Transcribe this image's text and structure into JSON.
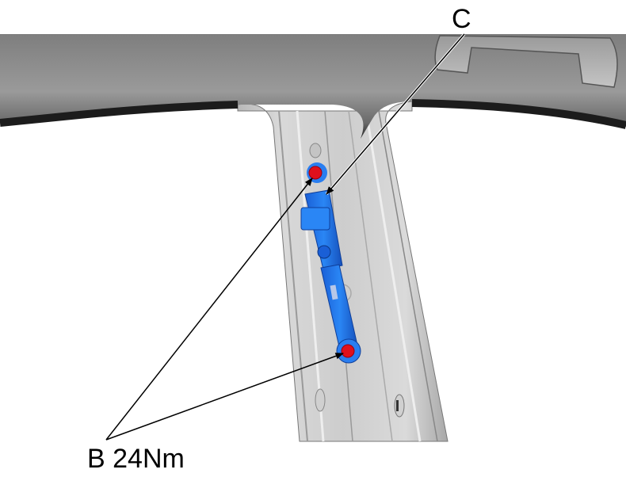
{
  "diagram": {
    "subject": "B-pillar seat belt height adjuster installation",
    "callouts": [
      {
        "id": "C",
        "label": "C",
        "target": "seat-belt-height-adjuster"
      },
      {
        "id": "B",
        "label": "B 24Nm",
        "target": "adjuster-bolts",
        "count": 2
      }
    ],
    "colors": {
      "background": "#ffffff",
      "trim": "#8a8a8a",
      "pillar": "#cfcfcf",
      "adjuster": "#1f6fe8",
      "bolt": "#e0101c",
      "leader": "#000000"
    }
  },
  "labels": {
    "c": "C",
    "b": "B 24Nm"
  }
}
